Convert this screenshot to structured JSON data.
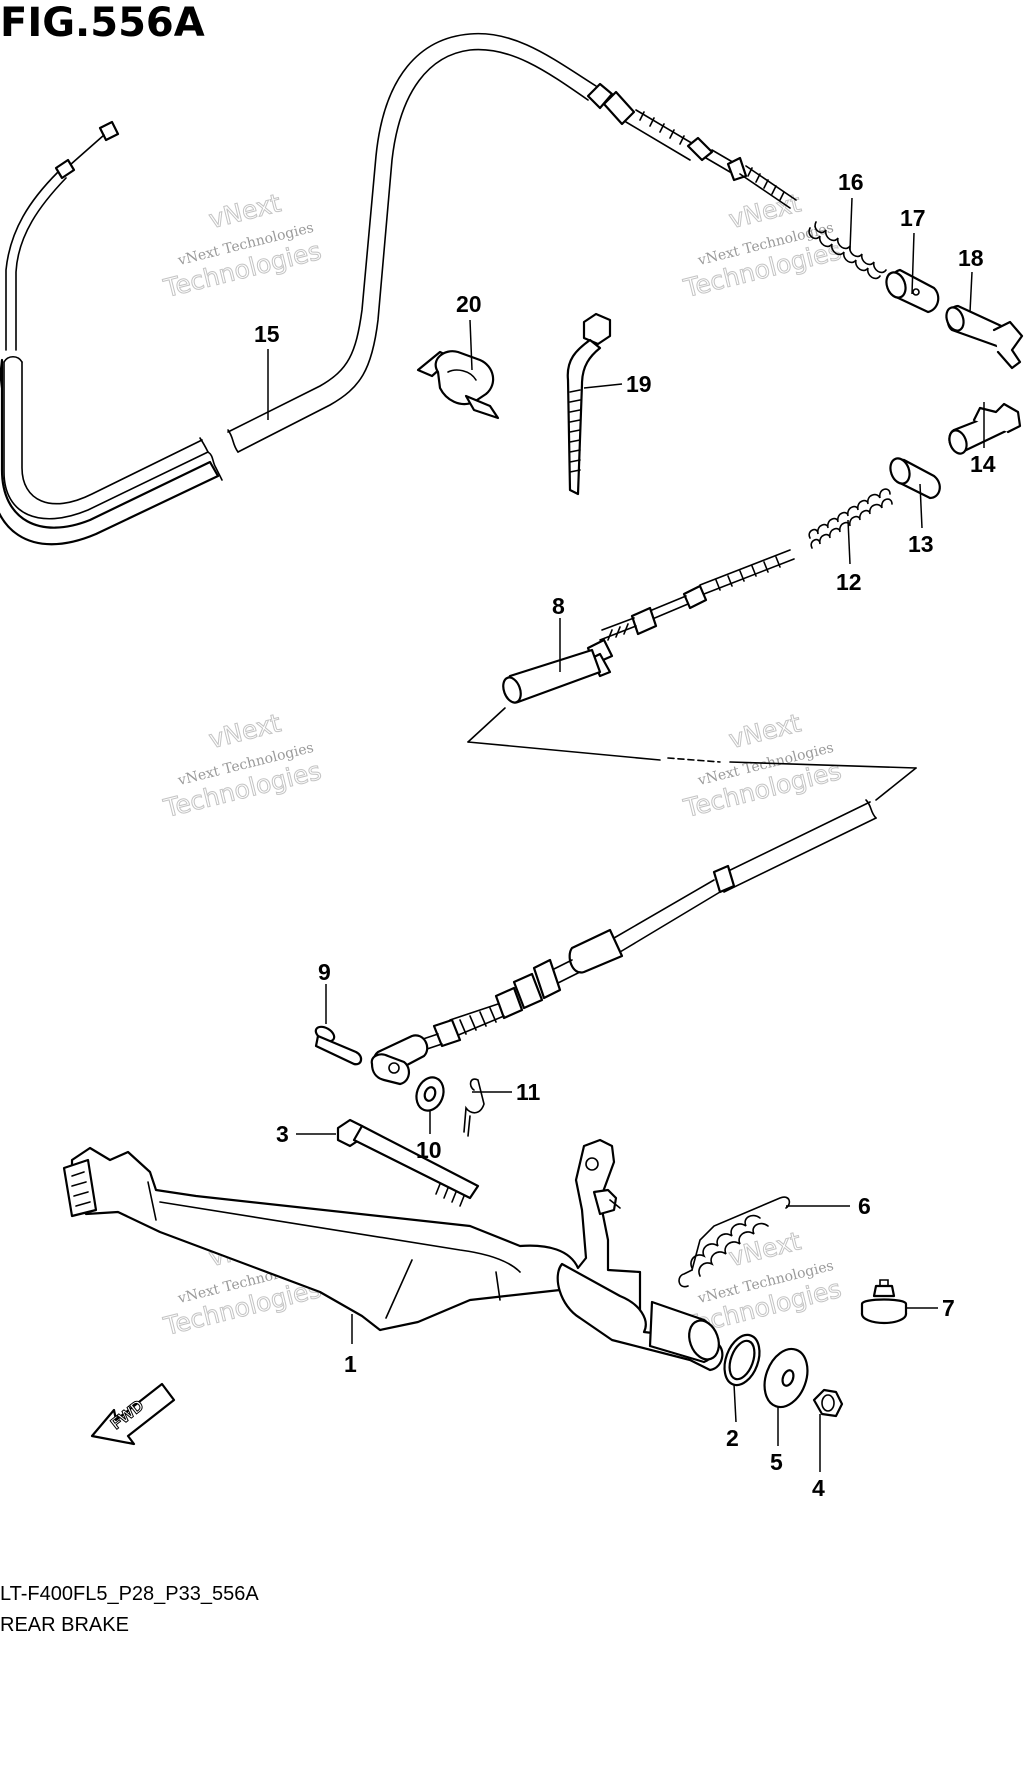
{
  "figure_title": "FIG.556A",
  "caption_code": "LT-F400FL5_P28_P33_556A",
  "caption_name": "REAR BRAKE",
  "fwd_label": "FWD",
  "watermark": {
    "line1": "vNext Technologies",
    "line2": "vNext",
    "line3": "Technologies"
  },
  "callouts": [
    "1",
    "2",
    "3",
    "4",
    "5",
    "6",
    "7",
    "8",
    "9",
    "10",
    "11",
    "12",
    "13",
    "14",
    "15",
    "16",
    "17",
    "18",
    "19",
    "20"
  ]
}
